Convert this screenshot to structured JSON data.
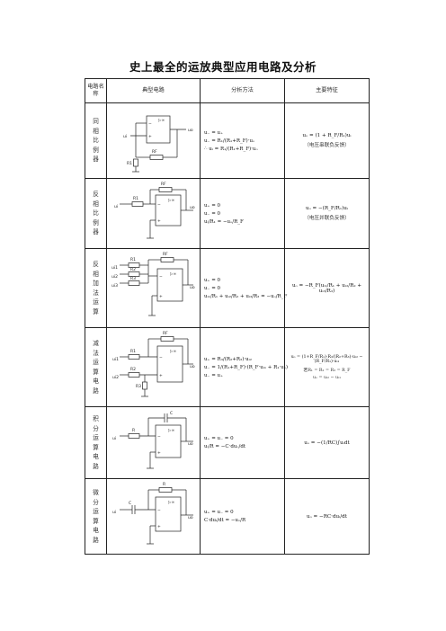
{
  "title": "史上最全的运放典型应用电路及分析",
  "headers": {
    "name": "电路名称",
    "circuit": "典型电路",
    "analysis": "分析方法",
    "feature": "主要特征"
  },
  "rows": [
    {
      "name": [
        "同",
        "相",
        "比",
        "例",
        "器"
      ],
      "labels": {
        "in": "ui",
        "out": "uo",
        "rf": "RF",
        "r1": "R1"
      },
      "analysis": [
        "u₋ = u₊",
        "u₋ = R₁/(R₁+R_F)·uₒ",
        "∴ uᵢ = R₁/(R₁+R_F)·uₒ"
      ],
      "feature": "uₒ = (1 + R_F/R₁)uᵢ",
      "note": "（电压串联负反馈）"
    },
    {
      "name": [
        "反",
        "相",
        "比",
        "例",
        "器"
      ],
      "labels": {
        "in": "ui",
        "out": "uo",
        "rf": "RF",
        "r1": "R1"
      },
      "analysis": [
        "u₊ = 0",
        "u₋ = 0",
        "uᵢ/R₁ = −uₒ/R_F"
      ],
      "feature": "uₒ = −(R_F/R₁)uᵢ",
      "note": "（电压并联负反馈）"
    },
    {
      "name": [
        "反",
        "相",
        "加",
        "法",
        "运",
        "算"
      ],
      "labels": {
        "i1": "ui1",
        "i2": "ui2",
        "i3": "ui3",
        "r1": "R1",
        "r2": "R2",
        "r3": "R3",
        "rf": "RF",
        "out": "uo"
      },
      "analysis": [
        "u₊ = 0",
        "u₋ = 0",
        "uᵢ₁/R₁ + uᵢ₂/R₂ + uᵢ₃/R₃ = −uₒ/R_F"
      ],
      "feature": "uₒ = −R_F(uᵢ₁/R₁ + uᵢ₂/R₂ + uᵢ₃/R₃)",
      "note": ""
    },
    {
      "name": [
        "减",
        "法",
        "运",
        "算",
        "电",
        "路"
      ],
      "labels": {
        "i1": "ui1",
        "i2": "ui2",
        "r1": "R1",
        "r2": "R2",
        "r3": "R3",
        "rf": "RF",
        "out": "uo"
      },
      "analysis": [
        "u₊ = R₃/(R₂+R₃)·uᵢ₂",
        "u₋ = 1/(R₁+R_F)·(R_F·uᵢ₁ + R₁·uₒ)",
        "u₋ = u₊"
      ],
      "feature": "uₒ = (1+R_F/R₁)·R₃/(R₂+R₃)·uᵢ₂ − (R_F/R₁)·uᵢ₁",
      "note": "若R₁ = R₂ = R₃ = R_F",
      "note2": "uₒ = uᵢ₂ − uᵢ₁"
    },
    {
      "name": [
        "积",
        "分",
        "运",
        "算",
        "电",
        "路"
      ],
      "labels": {
        "in": "ui",
        "out": "uo",
        "r": "R",
        "c": "C"
      },
      "analysis": [
        "u₊ = u₋ = 0",
        "uᵢ/R = −C·duₒ/dt"
      ],
      "feature": "uₒ = −(1/RC)∫uᵢdt",
      "note": ""
    },
    {
      "name": [
        "微",
        "分",
        "运",
        "算",
        "电",
        "路"
      ],
      "labels": {
        "in": "ui",
        "out": "uo",
        "r": "R",
        "c": "C"
      },
      "analysis": [
        "u₊ = u₋ = 0",
        "C·duᵢ/dt = −uₒ/R"
      ],
      "feature": "uₒ = −RC·duᵢ/dt",
      "note": ""
    }
  ]
}
